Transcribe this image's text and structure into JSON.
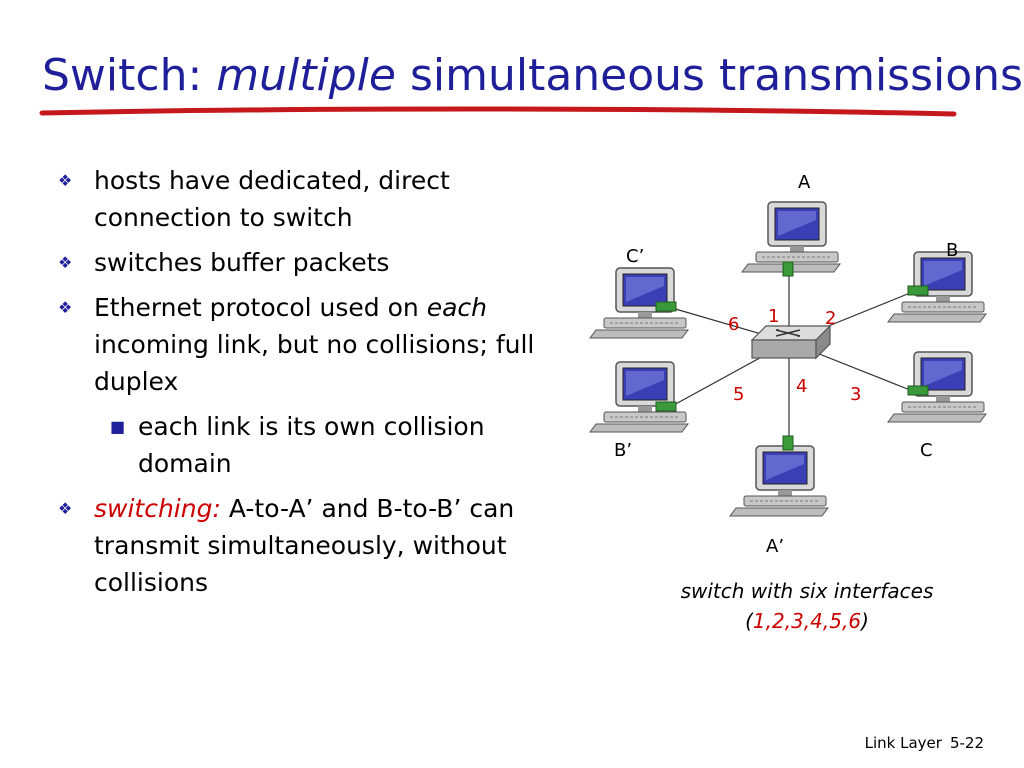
{
  "slide": {
    "title_main": "Switch: ",
    "title_emph": "multiple",
    "title_rest": " simultaneous transmissions"
  },
  "bullets": {
    "b1": "hosts have dedicated, direct connection to switch",
    "b2": "switches buffer packets",
    "b3_pre": "Ethernet protocol used on ",
    "b3_emph": "each",
    "b3_post": " incoming link, but no collisions; full duplex",
    "sub1": "each link is its own collision domain",
    "b4_red": "switching:",
    "b4_post": " A-to-A’ and B-to-B’ can transmit simultaneously, without collisions"
  },
  "diagram": {
    "hosts": {
      "A": "A",
      "B": "B",
      "C": "C",
      "A_prime": "A’",
      "B_prime": "B’",
      "C_prime": "C’"
    },
    "interfaces": [
      "1",
      "2",
      "3",
      "4",
      "5",
      "6"
    ],
    "label_color": "#cc0000",
    "icons": [
      "host-computer-icon",
      "switch-icon",
      "network-interface-icon"
    ]
  },
  "caption": {
    "line1": "switch with six interfaces",
    "open": "(",
    "ifaces": "1,2,3,4,5,6",
    "close": ")"
  },
  "footer": {
    "chapter": "Link Layer",
    "page": "5-22"
  },
  "colors": {
    "title": "#1f1f9a",
    "accent_red": "#cc0000",
    "interface_green": "#3a9a3a"
  }
}
